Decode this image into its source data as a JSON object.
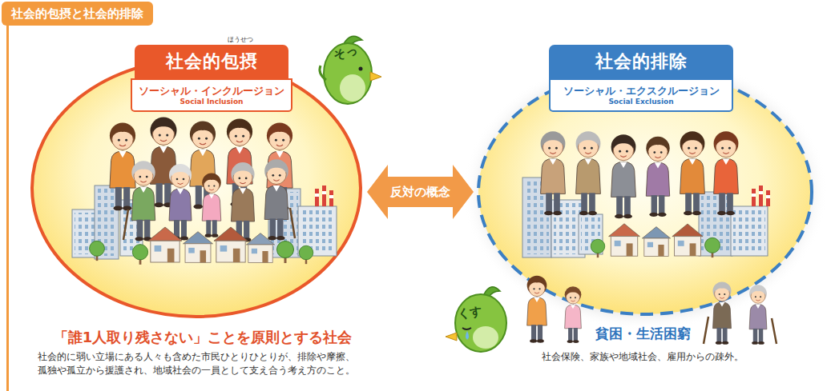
{
  "diagram": {
    "title": "社会的包摂と社会的排除",
    "nodes": [
      {
        "text": [
          "「誰1人取り残さない」ことを原則とする社会",
          "社会的に弱い立場にある人々も含めた市民ひとりひとりが、排除や摩擦、 孤独や孤立から援護され、地域社会の一員として支え合う考え方のこと。"
        ]
      },
      {
        "text": [
          "社会的包摂"
        ],
        "in": 0
      },
      {
        "text": [
          "ソーシャル・インクルージョン",
          "Social Inclusion"
        ],
        "in": 0
      },
      {
        "text": [
          "貧困・生活困窮",
          "社会保険、家族や地域社会、雇用からの疎外。"
        ]
      },
      {
        "text": [
          "社会的排除"
        ],
        "in": 3
      },
      {
        "text": [
          "ソーシャル・エクスクルージョン",
          "Social Exclusion"
        ],
        "in": 3
      }
    ],
    "edges": [
      {
        "from": 0,
        "to": 3,
        "arrow": "both",
        "label": "反対の概念"
      }
    ],
    "labels": [
      "ほうせつ",
      "そっ",
      "くす"
    ]
  }
}
